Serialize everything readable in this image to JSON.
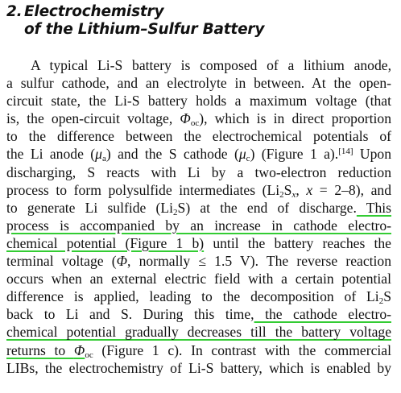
{
  "section": {
    "number": "2.",
    "title_line1": "Electrochemistry",
    "title_line2": "of the Lithium–Sulfur Battery"
  },
  "paragraph": {
    "l1": "A typical Li-S battery is composed of a lithium anode,",
    "l2": "a sulfur cathode, and an electrolyte in between. At the open-",
    "l3": "circuit state, the Li-S battery holds a maximum voltage (that",
    "l4a": "is, the open-circuit voltage, ",
    "l4sym": "Φ",
    "l4sub": "oc",
    "l4b": "), which is in direct proportion",
    "l5": "to the difference between the electrochemical potentials of",
    "l6a": "the Li anode (",
    "l6mu1": "μ",
    "l6sub1": "a",
    "l6b": ") and the S cathode (",
    "l6mu2": "μ",
    "l6sub2": "c",
    "l6c": ") (Figure 1 a).",
    "l6ref": "[14]",
    "l6d": " Upon",
    "l7": "discharging, S reacts with Li by a two-electron reduction",
    "l8a": "process to form polysulfide intermediates (Li",
    "l8sub1": "2",
    "l8b": "S",
    "l8subx": "x",
    "l8c": ", ",
    "l8x": "x",
    "l8d": " = 2–8), and",
    "l9a": "to generate Li sulfide (Li",
    "l9sub": "2",
    "l9b": "S) at the end of discharge.",
    "l9hl": " This",
    "l10hl": "process is accompanied by an increase in cathode electro-",
    "l11hl": "chemical potential (Figure 1 b)",
    "l11b": " until the battery reaches the",
    "l12a": "terminal voltage (",
    "l12sym": "Φ",
    "l12b": ", normally ≤ 1.5 V). The reverse reaction",
    "l13": "occurs when an external electric field with a certain potential",
    "l14a": "difference is applied, leading to the decomposition of Li",
    "l14sub": "2",
    "l14b": "S",
    "l15a": "back to Li and S. During this time,",
    "l15hl": " the cathode electro-",
    "l16hl": "chemical potential gradually decreases till the battery voltage",
    "l17hla": "returns to ",
    "l17sym": "Φ",
    "l17sub": "oc",
    "l17b": " (Figure 1 c). In contrast with the commercial",
    "l18": "LIBs, the electrochemistry of Li-S battery, which is enabled by"
  }
}
